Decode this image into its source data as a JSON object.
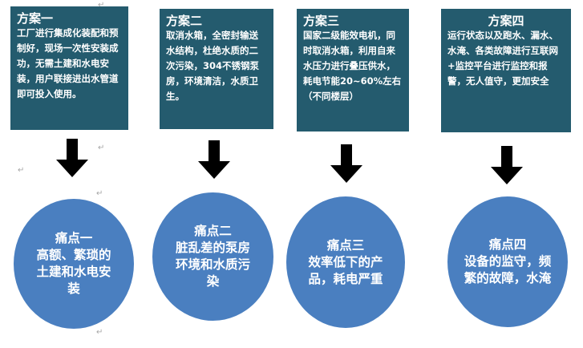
{
  "schemes": [
    {
      "title": "方案一",
      "body": "工厂进行集成化装配和预制好，现场一次性安装成功，无需土建和水电安装，用户联接进出水管道即可投入使用。"
    },
    {
      "title": "方案二",
      "body": "取消水箱，全密封输送水结构，杜绝水质的二次污染，304不锈钢泵房，环境清洁，水质卫生。"
    },
    {
      "title": "方案三",
      "body": "国家二级能效电机，同时取消水箱，利用自来水压力进行叠压供水，耗电节能20~60%左右（不同楼层）"
    },
    {
      "title": "方案四",
      "body": "运行状态以及跑水、漏水、水淹、各类故障进行互联网+监控平台进行监控和报警，无人值守，更加安全"
    }
  ],
  "pain_points": [
    {
      "title": "痛点一",
      "body": "高额、繁琐的土建和水电安装"
    },
    {
      "title": "痛点二",
      "body": "脏乱差的泵房环境和水质污染"
    },
    {
      "title": "痛点三",
      "body": "效率低下的产品，耗电严重"
    },
    {
      "title": "痛点四",
      "body": "设备的监守，频繁的故障，水淹"
    }
  ],
  "colors": {
    "box": "#245b6e",
    "circle": "#4a7fc0",
    "arrow": "#000000"
  }
}
